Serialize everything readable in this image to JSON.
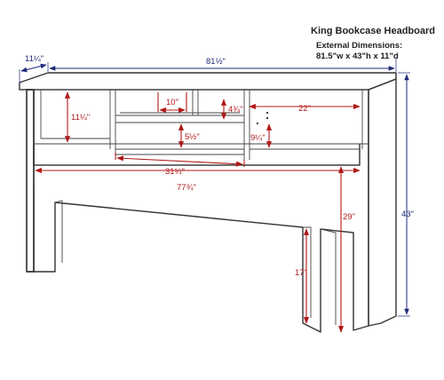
{
  "title": "King Bookcase Headboard",
  "ext_heading": "External Dimensions:",
  "ext_values": "81.5\"w x 43\"h x 11\"d",
  "colors": {
    "dimension_red": "#b01818",
    "dimension_blue": "#1f2a78",
    "outline": "#333333"
  },
  "dims": {
    "depth": "11¼\"",
    "width": "81½\"",
    "height": "43\"",
    "left_shelf_height": "11¼\"",
    "small_cubby_width": "10\"",
    "small_cubby_height": "4¾\"",
    "right_opening_width": "22\"",
    "center_shelf_height": "5½\"",
    "right_lower_height": "9¼\"",
    "center_width": "31¼\"",
    "inner_width": "77¾\"",
    "leg_gap_height": "29\"",
    "floor_clearance": "17\""
  }
}
